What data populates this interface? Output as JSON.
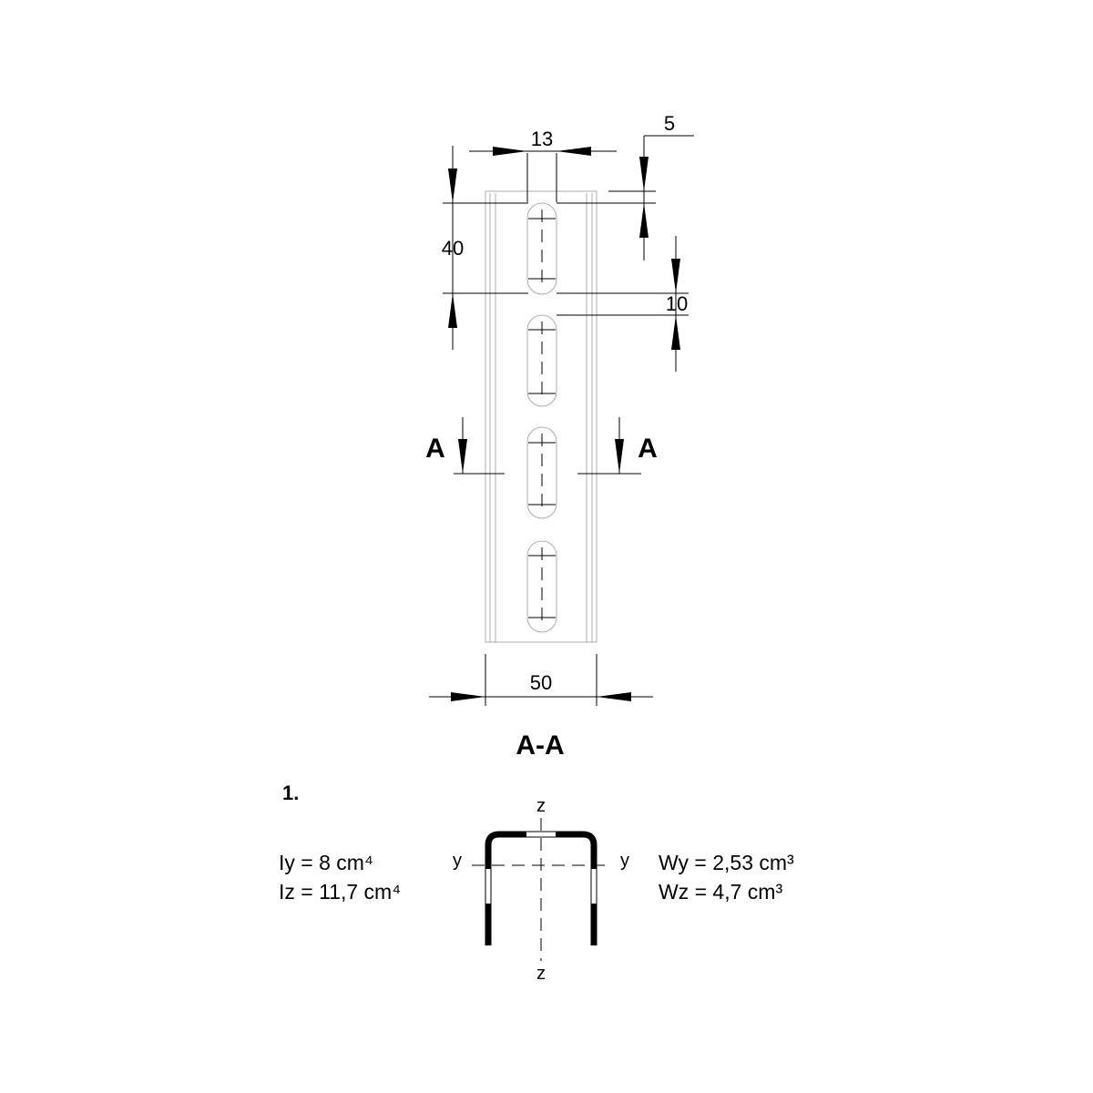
{
  "dimensions": {
    "slot_width": "13",
    "edge_offset": "5",
    "slot_length": "40",
    "slot_gap": "10",
    "channel_width": "50"
  },
  "section_markers": {
    "left": "A",
    "right": "A",
    "title": "A-A"
  },
  "profile": {
    "number": "1.",
    "axis_z_top": "z",
    "axis_z_bottom": "z",
    "axis_y_left": "y",
    "axis_y_right": "y",
    "iy": "Iy = 8 cm⁴",
    "iz": "Iz = 11,7 cm⁴",
    "wy": "Wy = 2,53 cm³",
    "wz": "Wz = 4,7 cm³"
  }
}
